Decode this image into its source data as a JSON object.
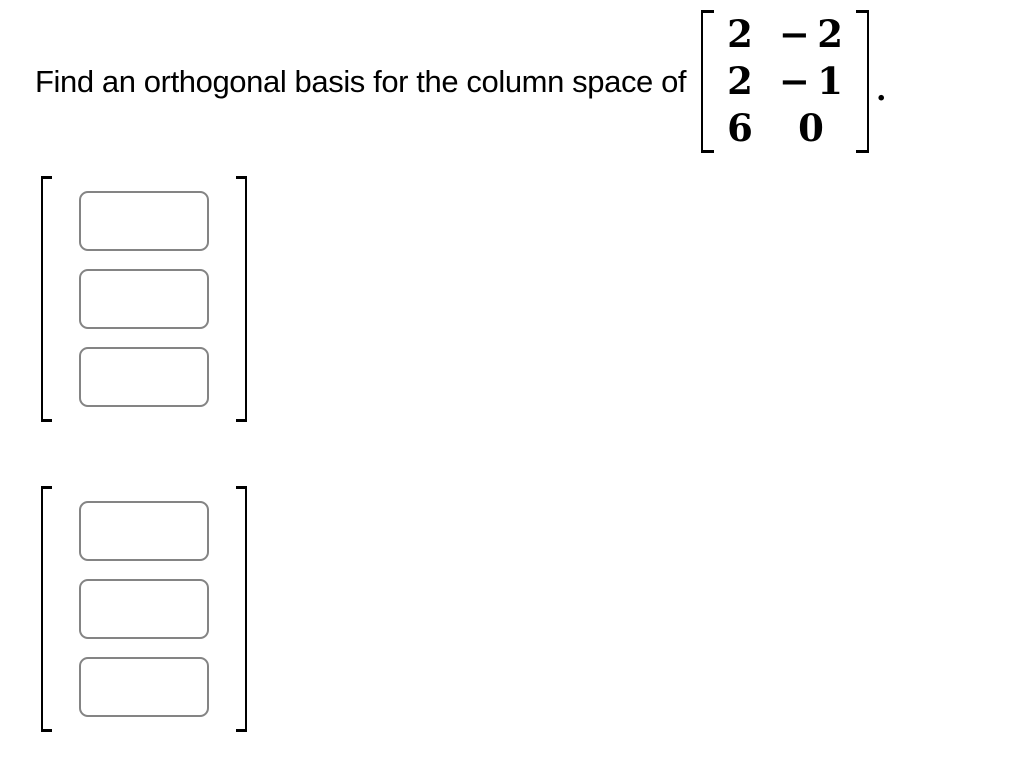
{
  "question": {
    "text": "Find an orthogonal basis for the column space of",
    "punctuation": "."
  },
  "matrix": {
    "rows": [
      [
        "2",
        "− 2"
      ],
      [
        "2",
        "− 1"
      ],
      [
        "6",
        "0"
      ]
    ]
  },
  "answer": {
    "vectors": [
      {
        "label": "vector-1",
        "entries": [
          "",
          "",
          ""
        ]
      },
      {
        "label": "vector-2",
        "entries": [
          "",
          "",
          ""
        ]
      }
    ]
  },
  "colors": {
    "text_color": "#000000",
    "bracket_color": "#000000",
    "input_border": "#848484",
    "background": "#ffffff"
  }
}
